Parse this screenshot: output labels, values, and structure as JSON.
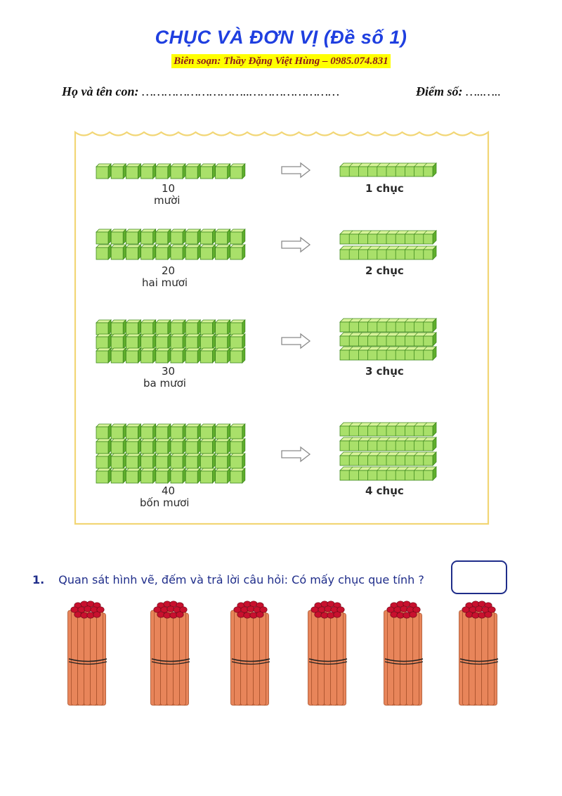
{
  "header": {
    "title": "CHỤC VÀ ĐƠN VỊ (Đề số 1)",
    "author": "Biên soạn: Thầy Đặng Việt Hùng – 0985.074.831"
  },
  "student": {
    "name_label": "Họ và tên con:",
    "name_dots": "………………………..……………………",
    "score_label": "Điểm số:",
    "score_dots": "…..….."
  },
  "examples": [
    {
      "number": "10",
      "words": "mười",
      "tens_label": "1 chục",
      "rows": 1
    },
    {
      "number": "20",
      "words": "hai mươi",
      "tens_label": "2 chục",
      "rows": 2
    },
    {
      "number": "30",
      "words": "ba mươi",
      "tens_label": "3 chục",
      "rows": 3
    },
    {
      "number": "40",
      "words": "bốn mươi",
      "tens_label": "4 chục",
      "rows": 4
    }
  ],
  "question": {
    "number": "1.",
    "text": "Quan sát hình vẽ, đếm và trả lời câu hỏi: Có mấy chục que tính ?",
    "answer": "",
    "bundle_count": 6
  },
  "colors": {
    "title": "#1f3fe0",
    "highlight": "#ffff00",
    "frame": "#f2d675",
    "cube_fill": "#a9e06a",
    "cube_top": "#d8f39a",
    "cube_side": "#5fae2c",
    "stick": "#e8855a",
    "stick_head": "#c8102e"
  }
}
